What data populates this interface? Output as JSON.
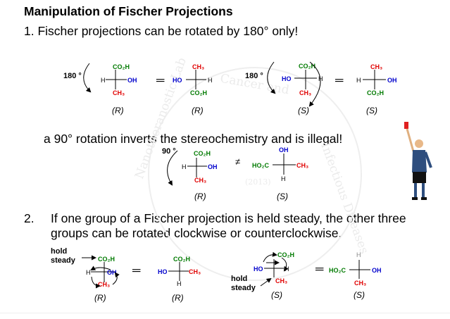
{
  "title": "Manipulation of Fischer Projections",
  "points": {
    "p1": "1.  Fischer projections can be rotated by 180°   only!",
    "p2": "a 90°   rotation inverts the stereochemistry and is illegal!",
    "p3_num": "2.",
    "p3": "If one group of a Fischer projection is held steady, the other three groups can be rotated clockwise or counterclockwise."
  },
  "watermark": {
    "left": "Nanotheranostic Lab",
    "top": "Cancer and",
    "right": "Infectious Diseases",
    "year": "(2013)"
  },
  "rotations": {
    "r180": "180 °",
    "r90": "90 °"
  },
  "groups": {
    "co2h": "CO₂H",
    "ch3": "CH₃",
    "h": "H",
    "oh": "OH",
    "ho": "HO",
    "ho2c": "HO₂C"
  },
  "configs": {
    "r": "(R)",
    "s": "(S)"
  },
  "hold_steady": [
    "hold",
    "steady"
  ],
  "symbols": {
    "equals": "═",
    "not_equal": "≠"
  }
}
